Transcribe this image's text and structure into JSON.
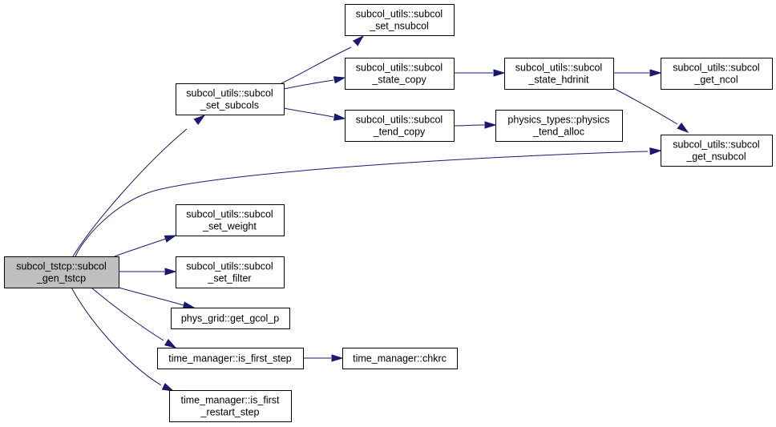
{
  "colors": {
    "edge": "#191970",
    "root_fill": "#bfbfbf",
    "node_fill": "#ffffff",
    "node_border": "#000000"
  },
  "nodes": [
    {
      "id": "root",
      "lines": [
        "subcol_tstcp::subcol",
        "_gen_tstcp"
      ]
    },
    {
      "id": "set_subcols",
      "lines": [
        "subcol_utils::subcol",
        "_set_subcols"
      ]
    },
    {
      "id": "set_weight",
      "lines": [
        "subcol_utils::subcol",
        "_set_weight"
      ]
    },
    {
      "id": "set_filter",
      "lines": [
        "subcol_utils::subcol",
        "_set_filter"
      ]
    },
    {
      "id": "get_gcol_p",
      "lines": [
        "phys_grid::get_gcol_p"
      ]
    },
    {
      "id": "is_first_step",
      "lines": [
        "time_manager::is_first_step"
      ]
    },
    {
      "id": "is_first_restart_step",
      "lines": [
        "time_manager::is_first",
        "_restart_step"
      ]
    },
    {
      "id": "set_nsubcol",
      "lines": [
        "subcol_utils::subcol",
        "_set_nsubcol"
      ]
    },
    {
      "id": "state_copy",
      "lines": [
        "subcol_utils::subcol",
        "_state_copy"
      ]
    },
    {
      "id": "tend_copy",
      "lines": [
        "subcol_utils::subcol",
        "_tend_copy"
      ]
    },
    {
      "id": "state_hdrinit",
      "lines": [
        "subcol_utils::subcol",
        "_state_hdrinit"
      ]
    },
    {
      "id": "tend_alloc",
      "lines": [
        "physics_types::physics",
        "_tend_alloc"
      ]
    },
    {
      "id": "get_ncol",
      "lines": [
        "subcol_utils::subcol",
        "_get_ncol"
      ]
    },
    {
      "id": "get_nsubcol",
      "lines": [
        "subcol_utils::subcol",
        "_get_nsubcol"
      ]
    },
    {
      "id": "chkrc",
      "lines": [
        "time_manager::chkrc"
      ]
    }
  ],
  "edges": [
    {
      "from": "root",
      "to": "set_subcols"
    },
    {
      "from": "root",
      "to": "get_nsubcol"
    },
    {
      "from": "root",
      "to": "set_weight"
    },
    {
      "from": "root",
      "to": "set_filter"
    },
    {
      "from": "root",
      "to": "get_gcol_p"
    },
    {
      "from": "root",
      "to": "is_first_step"
    },
    {
      "from": "root",
      "to": "is_first_restart_step"
    },
    {
      "from": "set_subcols",
      "to": "set_nsubcol"
    },
    {
      "from": "set_subcols",
      "to": "state_copy"
    },
    {
      "from": "set_subcols",
      "to": "tend_copy"
    },
    {
      "from": "state_copy",
      "to": "state_hdrinit"
    },
    {
      "from": "state_hdrinit",
      "to": "get_ncol"
    },
    {
      "from": "state_hdrinit",
      "to": "get_nsubcol"
    },
    {
      "from": "tend_copy",
      "to": "tend_alloc"
    },
    {
      "from": "is_first_step",
      "to": "chkrc"
    }
  ]
}
